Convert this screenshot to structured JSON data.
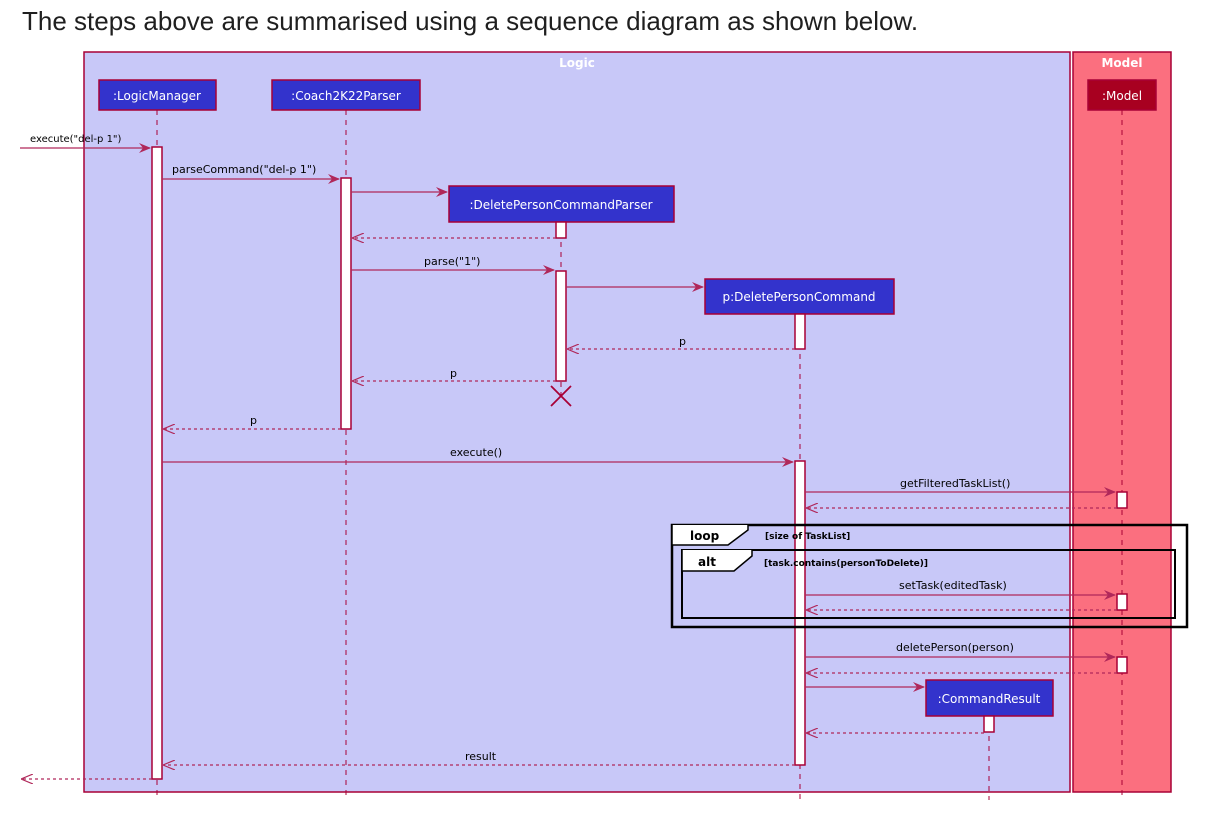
{
  "intro_text": "The steps above are summarised using a sequence diagram as shown below.",
  "colors": {
    "logic_box": "#c8c8f8",
    "logic_box_border": "#a80036",
    "model_box": "#fb6f7f",
    "model_participant": "#a80020",
    "participant": "#3333cc",
    "arrow": "#b0285a",
    "return_arrow": "#b0285a"
  },
  "boxes": {
    "logic": "Logic",
    "model": "Model"
  },
  "participants": {
    "logic_manager": ":LogicManager",
    "parser": ":Coach2K22Parser",
    "delete_parser": ":DeletePersonCommandParser",
    "delete_command": "p:DeletePersonCommand",
    "command_result": ":CommandResult",
    "model": ":Model"
  },
  "messages": {
    "execute_in": "execute(\"del-p 1\")",
    "parse_command": "parseCommand(\"del-p 1\")",
    "parse": "parse(\"1\")",
    "return_p_1": "p",
    "return_p_2": "p",
    "return_p_3": "p",
    "execute": "execute()",
    "get_filtered": "getFilteredTaskList()",
    "set_task": "setTask(editedTask)",
    "delete_person": "deletePerson(person)",
    "result": "result"
  },
  "fragments": {
    "loop_label": "loop",
    "loop_guard": "[size of TaskList]",
    "alt_label": "alt",
    "alt_guard": "[task.contains(personToDelete)]"
  }
}
